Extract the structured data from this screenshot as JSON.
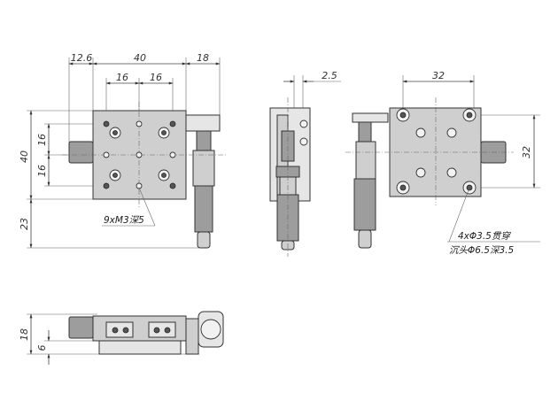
{
  "dimensions": {
    "front_top": [
      "12.6",
      "40",
      "18"
    ],
    "front_inner": [
      "16",
      "16"
    ],
    "front_left_height": "40",
    "front_left_inner": [
      "16",
      "16"
    ],
    "front_left_bottom": "23",
    "side_offset": "2.5",
    "rear_top": "32",
    "rear_right": "32",
    "bottom_view_height": "18",
    "bottom_view_inner": "6"
  },
  "notes": {
    "tapped_holes": "9xM3深5",
    "counterbore_line1": "4xΦ3.5贯穿",
    "counterbore_line2": "沉头Φ6.5深3.5"
  }
}
